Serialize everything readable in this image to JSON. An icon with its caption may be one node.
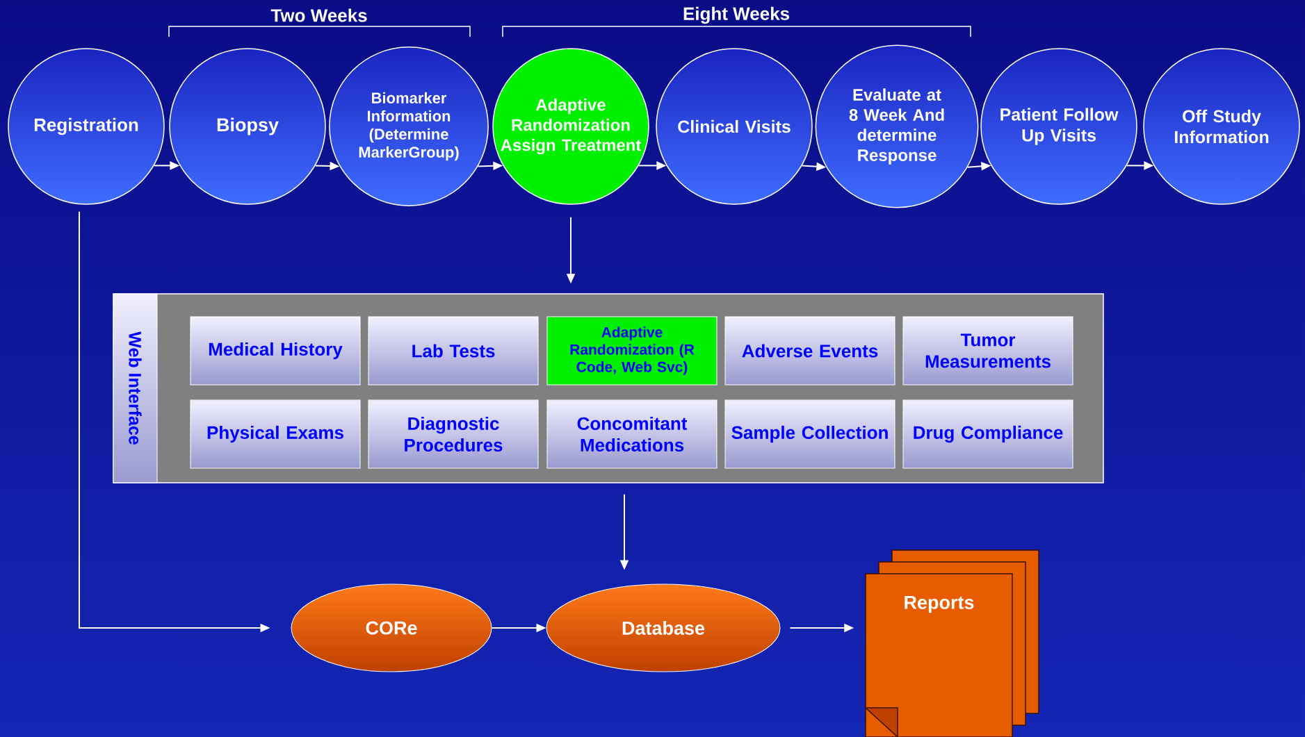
{
  "diagram": {
    "nodes": [
      {
        "text": [
          "Registration"
        ]
      },
      {
        "text": [
          "Biopsy"
        ]
      },
      {
        "text": [
          "Biomarker Information (Determine MarkerGroup)"
        ]
      },
      {
        "text": [
          "Adaptive Randomization Assign Treatment"
        ]
      },
      {
        "text": [
          "Clinical Visits"
        ]
      },
      {
        "text": [
          "Evaluate at 8 Week And determine Response"
        ]
      },
      {
        "text": [
          "Patient Follow Up Visits"
        ]
      },
      {
        "text": [
          "Off Study Information"
        ]
      },
      {
        "text": [
          "Web Interface"
        ]
      },
      {
        "text": [
          "Medical History"
        ],
        "in": 8
      },
      {
        "text": [
          "Lab Tests"
        ],
        "in": 8
      },
      {
        "text": [
          "Adaptive Randomization (R Code, Web Svc)"
        ],
        "in": 8
      },
      {
        "text": [
          "Adverse Events"
        ],
        "in": 8
      },
      {
        "text": [
          "Tumor Measurements"
        ],
        "in": 8
      },
      {
        "text": [
          "Physical Exams"
        ],
        "in": 8
      },
      {
        "text": [
          "Diagnostic Procedures"
        ],
        "in": 8
      },
      {
        "text": [
          "Concomitant Medications"
        ],
        "in": 8
      },
      {
        "text": [
          "Sample Collection"
        ],
        "in": 8
      },
      {
        "text": [
          "Drug Compliance"
        ],
        "in": 8
      },
      {
        "text": [
          "CORe"
        ]
      },
      {
        "text": [
          "Database"
        ]
      },
      {
        "text": [
          "Reports"
        ]
      }
    ],
    "edges": [
      {
        "from": 0,
        "to": 1,
        "arrow": "to"
      },
      {
        "from": 1,
        "to": 2,
        "arrow": "to"
      },
      {
        "from": 2,
        "to": 3,
        "arrow": "to"
      },
      {
        "from": 3,
        "to": 4,
        "arrow": "to"
      },
      {
        "from": 4,
        "to": 5,
        "arrow": "to"
      },
      {
        "from": 5,
        "to": 6,
        "arrow": "to"
      },
      {
        "from": 6,
        "to": 7,
        "arrow": "to"
      },
      {
        "from": 3,
        "to": 8,
        "arrow": "to"
      },
      {
        "from": 0,
        "to": 19,
        "arrow": "to"
      },
      {
        "from": 8,
        "to": 20,
        "arrow": "to"
      },
      {
        "from": 19,
        "to": 20,
        "arrow": "to"
      },
      {
        "from": 20,
        "to": 21,
        "arrow": "to"
      }
    ],
    "labels": [
      "Two Weeks",
      "Eight Weeks"
    ]
  }
}
